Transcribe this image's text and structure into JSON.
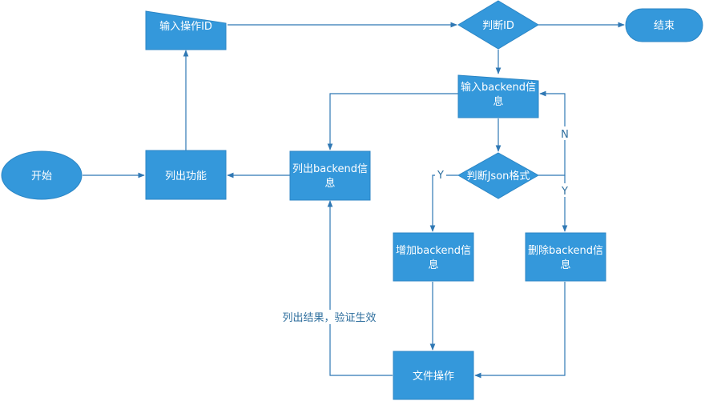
{
  "colors": {
    "node_fill": "#3498db",
    "node_stroke": "#2c86c5",
    "edge": "#2f78b4",
    "node_text": "#ffffff",
    "edge_label": "#2f6f9e"
  },
  "nodes": {
    "start": {
      "label": "开始"
    },
    "list_features": {
      "label": "列出功能"
    },
    "input_op_id": {
      "label": "输入操作ID"
    },
    "judge_id": {
      "label": "判断ID"
    },
    "end": {
      "label": "结束"
    },
    "input_backend": {
      "line1": "输入backend信",
      "line2": "息"
    },
    "list_backend": {
      "line1": "列出backend信",
      "line2": "息"
    },
    "judge_json": {
      "label": "判断Json格式"
    },
    "add_backend": {
      "line1": "增加backend信",
      "line2": "息"
    },
    "delete_backend": {
      "line1": "删除backend信",
      "line2": "息"
    },
    "file_op": {
      "label": "文件操作"
    }
  },
  "edge_labels": {
    "n": "N",
    "y_left": "Y",
    "y_right": "Y",
    "verify": "列出结果，验证生效"
  }
}
